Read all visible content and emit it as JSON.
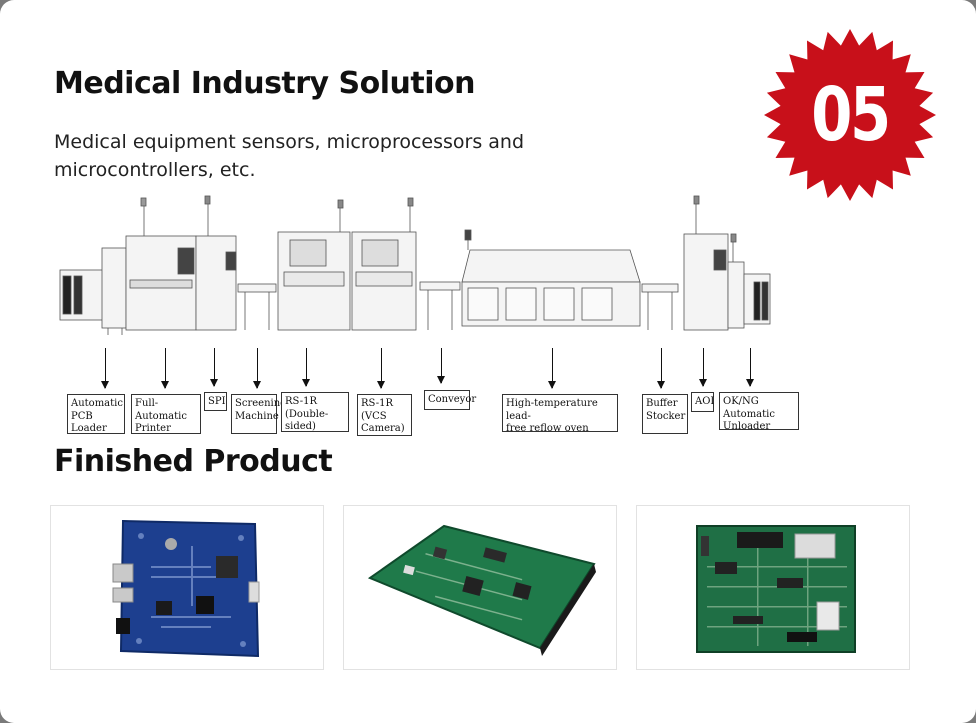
{
  "solution": {
    "title": "Medical Industry Solution",
    "description": "Medical equipment sensors, microprocessors and microcontrollers, etc.",
    "badge_number": "05"
  },
  "line_equipment": [
    "Automatic\nPCB Loader",
    "Full-Automatic\nPrinter",
    "SPI",
    "Screening\nMachine",
    "RS-1R\n(Double-sided)",
    "RS-1R\n(VCS\nCamera)",
    "Conveyor",
    "High-temperature lead-\nfree reflow oven",
    "Buffer\nStocker",
    "AOI",
    "OK/NG Automatic\nUnloader"
  ],
  "finished": {
    "title": "Finished Product",
    "products": [
      "blue-pcb-image",
      "green-motherboard-image",
      "green-control-board-image"
    ]
  },
  "colors": {
    "badge_red": "#c8101a",
    "pcb_blue": "#1d3f8f",
    "pcb_green": "#1f7a4a"
  }
}
